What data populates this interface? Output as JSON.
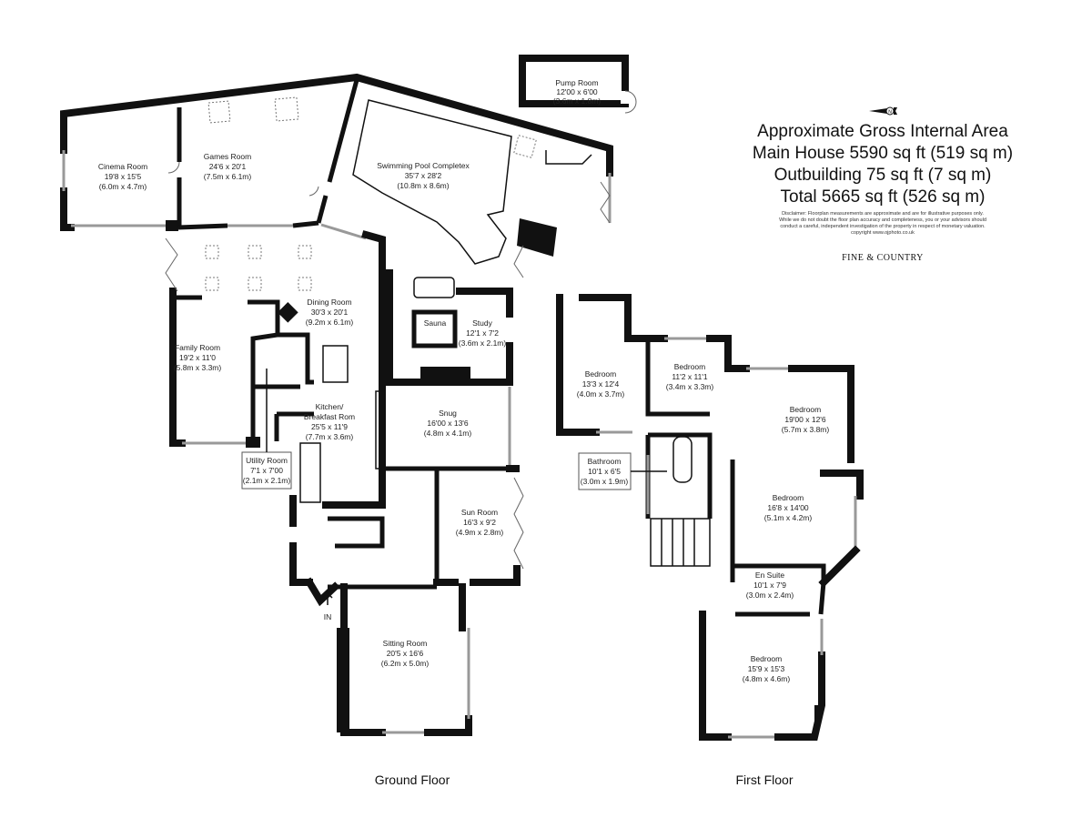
{
  "area_summary": {
    "heading": "Approximate Gross Internal Area",
    "main_house": "Main House 5590 sq ft (519 sq m)",
    "outbuilding": "Outbuilding 75 sq ft (7 sq m)",
    "total": "Total 5665 sq ft (526 sq m)",
    "disclaimer": [
      "Disclaimer: Floorplan measurements are approximate and are for illustrative purposes only.",
      "While we do not doubt the floor plan accuracy and completeness, you or your advisors should",
      "conduct a careful, independent investigation of the property in respect of monetary valuation.",
      "copyright www.ojphoto.co.uk"
    ],
    "logo": "FINE & COUNTRY",
    "compass": "N"
  },
  "ground_floor": {
    "label": "Ground Floor",
    "entrance": "IN",
    "rooms": [
      {
        "name": "Pump Room",
        "imperial": "12'00 x 6'00",
        "metric": "(3.6m x 1.8m)"
      },
      {
        "name": "Cinema Room",
        "imperial": "19'8 x 15'5",
        "metric": "(6.0m x 4.7m)"
      },
      {
        "name": "Games Room",
        "imperial": "24'6 x 20'1",
        "metric": "(7.5m x 6.1m)"
      },
      {
        "name": "Swimming Pool Completex",
        "imperial": "35'7 x 28'2",
        "metric": "(10.8m x 8.6m)"
      },
      {
        "name": "Dining Room",
        "imperial": "30'3 x 20'1",
        "metric": "(9.2m x 6.1m)"
      },
      {
        "name": "Family Room",
        "imperial": "19'2 x 11'0",
        "metric": "(5.8m x 3.3m)"
      },
      {
        "name": "Kitchen/",
        "imperial": "Breakfast Rom",
        "metric": "25'5 x 11'9",
        "extra": "(7.7m x 3.6m)"
      },
      {
        "name": "Utility Room",
        "imperial": "7'1 x 7'00",
        "metric": "(2.1m x 2.1m)"
      },
      {
        "name": "Sauna"
      },
      {
        "name": "Study",
        "imperial": "12'1 x 7'2",
        "metric": "(3.6m x 2.1m)"
      },
      {
        "name": "Snug",
        "imperial": "16'00 x 13'6",
        "metric": "(4.8m x 4.1m)"
      },
      {
        "name": "Sun Room",
        "imperial": "16'3 x 9'2",
        "metric": "(4.9m x 2.8m)"
      },
      {
        "name": "Sitting Room",
        "imperial": "20'5 x 16'6",
        "metric": "(6.2m x 5.0m)"
      }
    ]
  },
  "first_floor": {
    "label": "First Floor",
    "rooms": [
      {
        "name": "Bedroom",
        "imperial": "13'3 x 12'4",
        "metric": "(4.0m x 3.7m)"
      },
      {
        "name": "Bedroom",
        "imperial": "11'2 x 11'1",
        "metric": "(3.4m x 3.3m)"
      },
      {
        "name": "Bedroom",
        "imperial": "19'00 x 12'6",
        "metric": "(5.7m x 3.8m)"
      },
      {
        "name": "Bathroom",
        "imperial": "10'1 x 6'5",
        "metric": "(3.0m x 1.9m)"
      },
      {
        "name": "Bedroom",
        "imperial": "16'8 x 14'00",
        "metric": "(5.1m x 4.2m)"
      },
      {
        "name": "En Suite",
        "imperial": "10'1 x 7'9",
        "metric": "(3.0m x 2.4m)"
      },
      {
        "name": "Bedroom",
        "imperial": "15'9 x 15'3",
        "metric": "(4.8m x 4.6m)"
      }
    ]
  }
}
